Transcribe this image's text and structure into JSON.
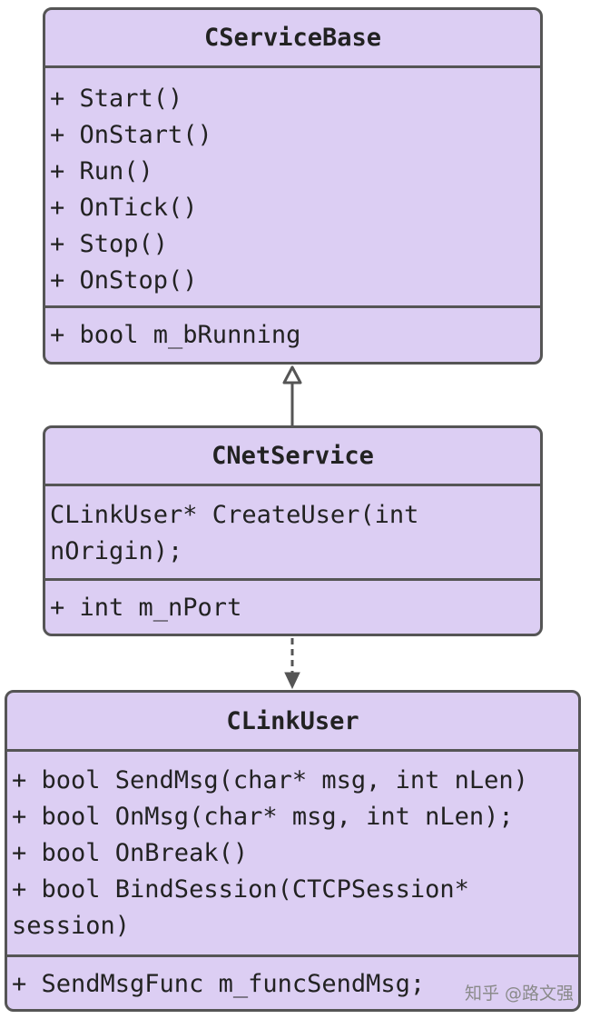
{
  "classes": {
    "service_base": {
      "name": "CServiceBase",
      "methods": [
        "+ Start()",
        "+ OnStart()",
        "+ Run()",
        "+ OnTick()",
        "+ Stop()",
        "+ OnStop()"
      ],
      "fields": [
        "+ bool m_bRunning"
      ]
    },
    "net_service": {
      "name": "CNetService",
      "methods": [
        "CLinkUser* CreateUser(int",
        "nOrigin);"
      ],
      "fields": [
        "+ int m_nPort"
      ]
    },
    "link_user": {
      "name": "CLinkUser",
      "methods": [
        "+ bool SendMsg(char* msg, int nLen)",
        "+ bool OnMsg(char* msg, int nLen);",
        "+ bool OnBreak()",
        "+ bool BindSession(CTCPSession*",
        "session)"
      ],
      "fields": [
        "+ SendMsgFunc m_funcSendMsg;"
      ]
    }
  },
  "relations": {
    "inheritance": "CNetService → CServiceBase",
    "dependency": "CNetService → CLinkUser"
  },
  "watermark": "知乎 @路文强",
  "colors": {
    "box_fill": "#dccef3",
    "border": "#555555",
    "text": "#222222"
  }
}
